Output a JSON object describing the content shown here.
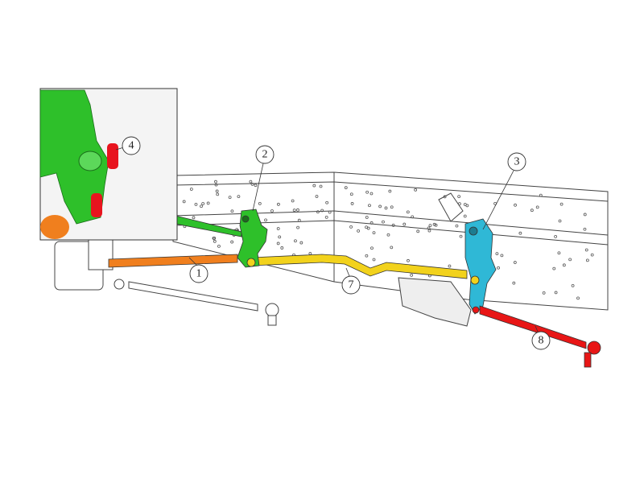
{
  "colors": {
    "rod_1": "#f07f1e",
    "bracket_2": "#2ec02a",
    "bracket_3": "#2fb8d6",
    "bushing_4": "#e8141e",
    "rod_7": "#f2d21c",
    "rod_8": "#e81616",
    "line": "#333333"
  },
  "callouts": [
    {
      "id": "1",
      "label": "1"
    },
    {
      "id": "2",
      "label": "2"
    },
    {
      "id": "3",
      "label": "3"
    },
    {
      "id": "4",
      "label": "4"
    },
    {
      "id": "7",
      "label": "7"
    },
    {
      "id": "8",
      "label": "8"
    }
  ]
}
